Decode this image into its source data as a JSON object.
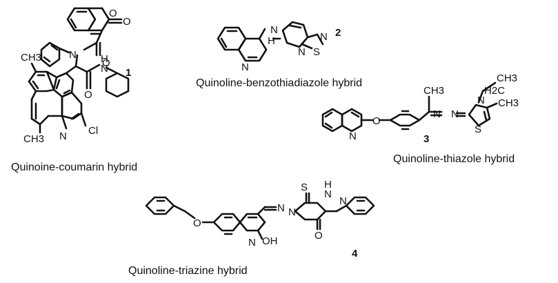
{
  "compounds": [
    {
      "number": "1",
      "caption": "Quinoine-coumarin hybrid",
      "atoms": [
        "O",
        "O",
        "O",
        "N",
        "O",
        "N",
        "H",
        "CH3",
        "CH3",
        "N",
        "Cl"
      ]
    },
    {
      "number": "2",
      "caption": "Quinoline-benzothiadiazole hybrid",
      "atoms": [
        "N",
        "H",
        "N",
        "N",
        "N",
        "S"
      ]
    },
    {
      "number": "3",
      "caption": "Quinoline-thiazole hybrid",
      "atoms": [
        "N",
        "O",
        "CH3",
        "N",
        "N",
        "H2C",
        "CH3",
        "N",
        "CH3",
        "S"
      ]
    },
    {
      "number": "4",
      "caption": "Quinoline-triazine hybrid",
      "atoms": [
        "O",
        "N",
        "OH",
        "N",
        "N",
        "S",
        "H",
        "N",
        "N",
        "O"
      ]
    }
  ]
}
